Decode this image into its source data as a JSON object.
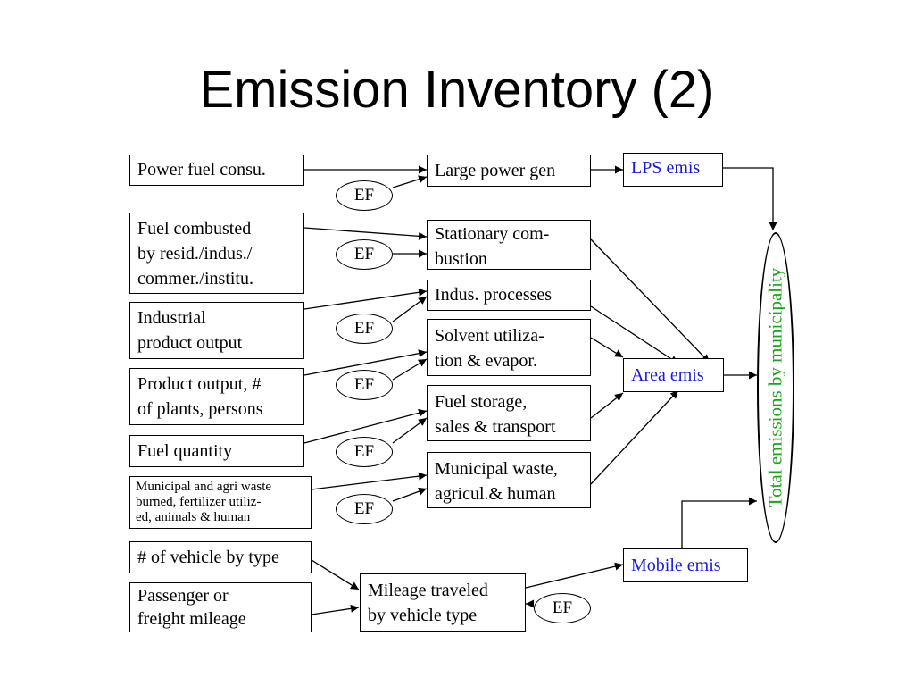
{
  "title": "Emission Inventory (2)",
  "inputs": {
    "power_fuel": "Power fuel consu.",
    "fuel_combusted": [
      "Fuel combusted",
      "by resid./indus./",
      "commer./institu."
    ],
    "industrial_output": [
      "Industrial",
      "product output"
    ],
    "product_output": [
      "Product output, #",
      "of plants, persons"
    ],
    "fuel_quantity": "Fuel quantity",
    "municipal_agri": [
      "Municipal and agri waste",
      "burned, fertilizer utiliz-",
      "ed, animals & human"
    ],
    "vehicle_count": "# of vehicle by type",
    "passenger_mileage": [
      "Passenger or",
      "freight mileage"
    ]
  },
  "processes": {
    "large_power": "Large power gen",
    "stationary": [
      "Stationary com-",
      "bustion"
    ],
    "indus_processes": "Indus. processes",
    "solvent": [
      "Solvent utiliza-",
      "tion & evapor."
    ],
    "fuel_storage": [
      "Fuel storage,",
      "sales & transport"
    ],
    "municipal_waste": [
      "Municipal waste,",
      "agricul.& human"
    ],
    "mileage": [
      "Mileage traveled",
      "by vehicle type"
    ]
  },
  "outputs": {
    "lps": "LPS emis",
    "area": "Area emis",
    "mobile": "Mobile emis"
  },
  "ef_label": "EF",
  "total": "Total emissions by municipality",
  "colors": {
    "output_text": "#1a1ad8",
    "total_text": "#16a516",
    "line": "#000000"
  }
}
